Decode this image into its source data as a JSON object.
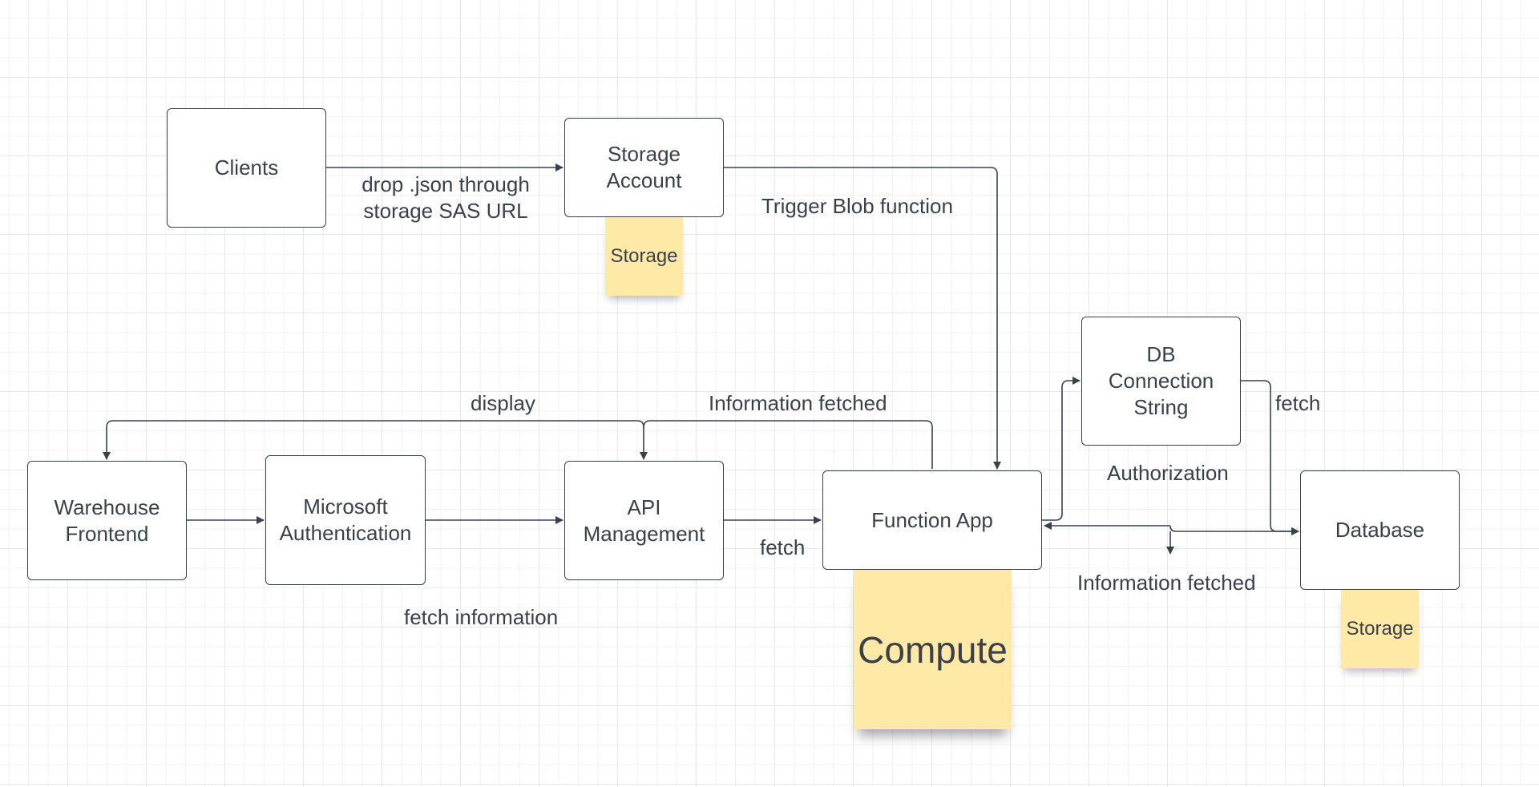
{
  "nodes": {
    "clients": "Clients",
    "storage_account_line1": "Storage",
    "storage_account_line2": "Account",
    "db_conn_line1": "DB",
    "db_conn_line2": "Connection",
    "db_conn_line3": "String",
    "warehouse_line1": "Warehouse",
    "warehouse_line2": "Frontend",
    "msauth_line1": "Microsoft",
    "msauth_line2": "Authentication",
    "apim_line1": "API",
    "apim_line2": "Management",
    "function_app": "Function App",
    "database": "Database"
  },
  "stickies": {
    "storage_top": "Storage",
    "compute": "Compute",
    "storage_db": "Storage"
  },
  "labels": {
    "drop_line1": "drop .json through",
    "drop_line2": "storage SAS URL",
    "trigger": "Trigger Blob function",
    "display": "display",
    "info_fetched_top": "Information fetched",
    "fetch_db": "fetch",
    "authorization": "Authorization",
    "fetch_func": "fetch",
    "info_fetched_bottom": "Information fetched",
    "fetch_information": "fetch information"
  },
  "colors": {
    "line": "#3a414a",
    "sticky": "#fee9a7",
    "grid": "#e7e7e9"
  }
}
